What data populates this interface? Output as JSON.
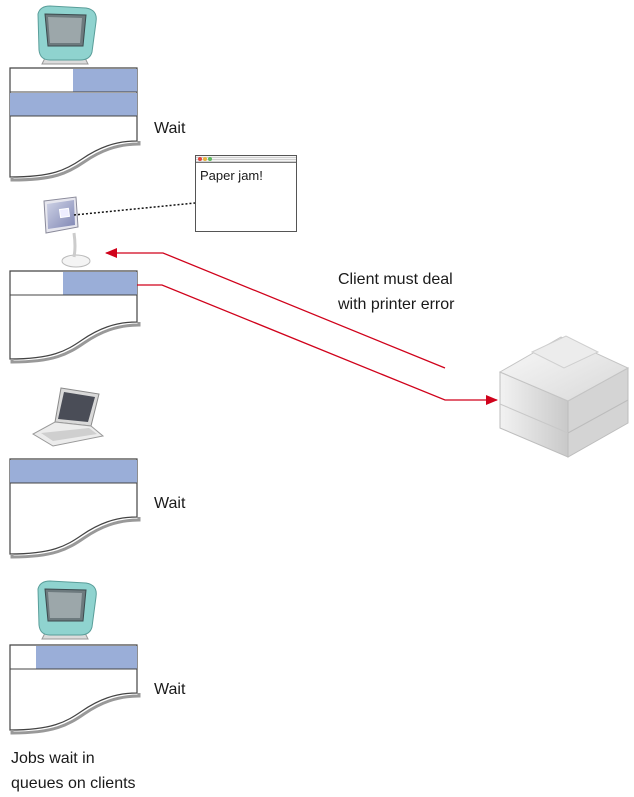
{
  "labels": {
    "wait_1": "Wait",
    "wait_2": "Wait",
    "wait_3": "Wait",
    "client_error": [
      "Client must deal",
      "with printer error"
    ],
    "caption": [
      "Jobs wait in",
      "queues on clients"
    ]
  },
  "dialog": {
    "message": "Paper jam!",
    "button_colors": [
      "#e0453c",
      "#e8b23c",
      "#5cb85c"
    ]
  },
  "colors": {
    "queue_fill": "#9aaed8",
    "queue_border": "#444444",
    "arrow": "#d0021b",
    "imac_shell": "#8fd3cf"
  },
  "icons": [
    "imac-icon",
    "imac-flat-panel-icon",
    "laptop-icon",
    "laser-printer-icon"
  ]
}
